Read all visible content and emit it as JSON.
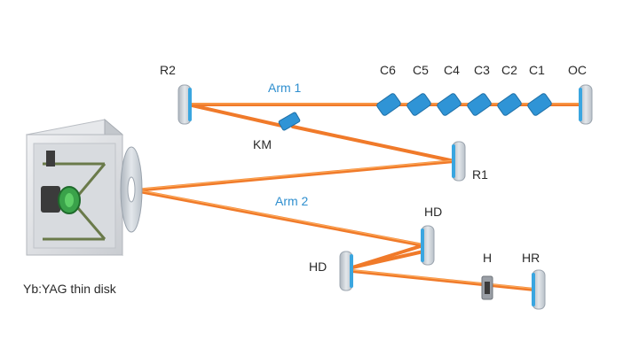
{
  "labels": {
    "r2": "R2",
    "r1": "R1",
    "km": "KM",
    "oc": "OC",
    "c1": "C1",
    "c2": "C2",
    "c3": "C3",
    "c4": "C4",
    "c5": "C5",
    "c6": "C6",
    "hd_upper": "HD",
    "hd_lower": "HD",
    "h": "H",
    "hr": "HR",
    "disk": "Yb:YAG thin disk"
  },
  "arm_labels": {
    "arm1": "Arm 1",
    "arm2": "Arm 2"
  },
  "colors": {
    "beam": "#f07a2a",
    "beam_core": "#f9a54a",
    "mirror_face": "#cfd6dd",
    "mirror_edge": "#9aa3ad",
    "coating": "#3aa6e0",
    "crystal": "#2f94d6",
    "label_text": "#2a2a2a",
    "arm_text": "#2f8fcf"
  }
}
